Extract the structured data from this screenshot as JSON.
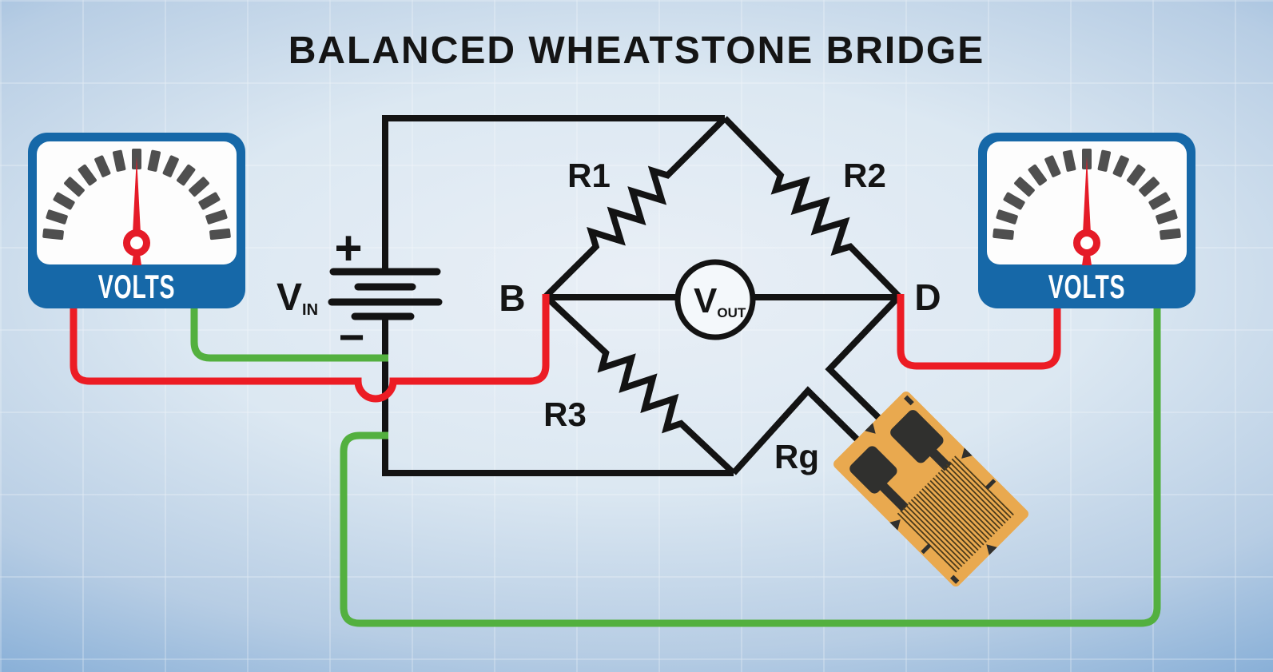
{
  "title": "BALANCED WHEATSTONE BRIDGE",
  "meters": {
    "left": {
      "label": "VOLTS"
    },
    "right": {
      "label": "VOLTS"
    }
  },
  "battery": {
    "plus": "+",
    "minus": "−",
    "vin": "V",
    "vin_sub": "IN"
  },
  "bridge": {
    "r1": "R1",
    "r2": "R2",
    "r3": "R3",
    "rg": "Rg",
    "node_b": "B",
    "node_d": "D",
    "vout": "V",
    "vout_sub": "OUT"
  },
  "colors": {
    "background_edge": "#4a84c2",
    "background_center": "#e9eff6",
    "wire_black": "#131313",
    "wire_red": "#ec1c24",
    "wire_green": "#53b03f",
    "meter_blue": "#1668a8",
    "meter_tick_gray": "#4f4f4f",
    "needle_red": "#e51b28",
    "gauge_orange": "#e9a94f"
  }
}
